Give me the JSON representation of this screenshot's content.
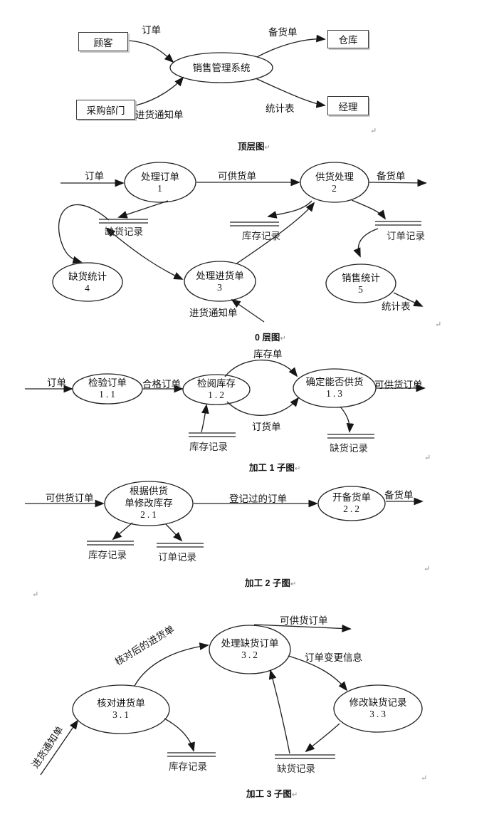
{
  "marks": {
    "pilcrow": "↵"
  },
  "top": {
    "caption": "顶层图",
    "entities": {
      "customer": "顾客",
      "purchasing": "采购部门",
      "warehouse": "仓库",
      "manager": "经理"
    },
    "process": {
      "name": "销售管理系统"
    },
    "flows": {
      "order": "订单",
      "stock_list": "备货单",
      "purchase_notice": "进货通知单",
      "stats_table": "统计表"
    }
  },
  "level0": {
    "caption": "0 层图",
    "processes": {
      "p1": {
        "name": "处理订单",
        "num": "1"
      },
      "p2": {
        "name": "供货处理",
        "num": "2"
      },
      "p3": {
        "name": "处理进货单",
        "num": "3"
      },
      "p4": {
        "name": "缺货统计",
        "num": "4"
      },
      "p5": {
        "name": "销售统计",
        "num": "5"
      }
    },
    "stores": {
      "shortage": "缺货记录",
      "inventory": "库存记录",
      "order": "订单记录"
    },
    "flows": {
      "order": "订单",
      "available_list": "可供货单",
      "stock_list": "备货单",
      "purchase_notice": "进货通知单",
      "stats_table": "统计表"
    }
  },
  "sub1": {
    "caption": "加工 1 子图",
    "processes": {
      "p11": {
        "name": "检验订单",
        "num": "1.1"
      },
      "p12": {
        "name": "检阅库存",
        "num": "1.2"
      },
      "p13": {
        "name": "确定能否供货",
        "num": "1.3"
      }
    },
    "stores": {
      "inventory": "库存记录",
      "shortage": "缺货记录"
    },
    "flows": {
      "order": "订单",
      "valid_order": "合格订单",
      "inventory_list": "库存单",
      "order_form": "订货单",
      "available_order": "可供货订单"
    }
  },
  "sub2": {
    "caption": "加工 2 子图",
    "processes": {
      "p21": {
        "name_l1": "根据供货",
        "name_l2": "单修改库存",
        "num": "2.1"
      },
      "p22": {
        "name": "开备货单",
        "num": "2.2"
      }
    },
    "stores": {
      "inventory": "库存记录",
      "order": "订单记录"
    },
    "flows": {
      "available_order": "可供货订单",
      "registered_order": "登记过的订单",
      "stock_list": "备货单"
    }
  },
  "sub3": {
    "caption": "加工 3 子图",
    "processes": {
      "p31": {
        "name": "核对进货单",
        "num": "3.1"
      },
      "p32": {
        "name": "处理缺货订单",
        "num": "3.2"
      },
      "p33": {
        "name": "修改缺货记录",
        "num": "3.3"
      }
    },
    "stores": {
      "inventory": "库存记录",
      "shortage": "缺货记录"
    },
    "flows": {
      "purchase_notice": "进货通知单",
      "checked_purchase": "核对后的进货单",
      "available_order": "可供货订单",
      "order_change": "订单变更信息"
    }
  }
}
